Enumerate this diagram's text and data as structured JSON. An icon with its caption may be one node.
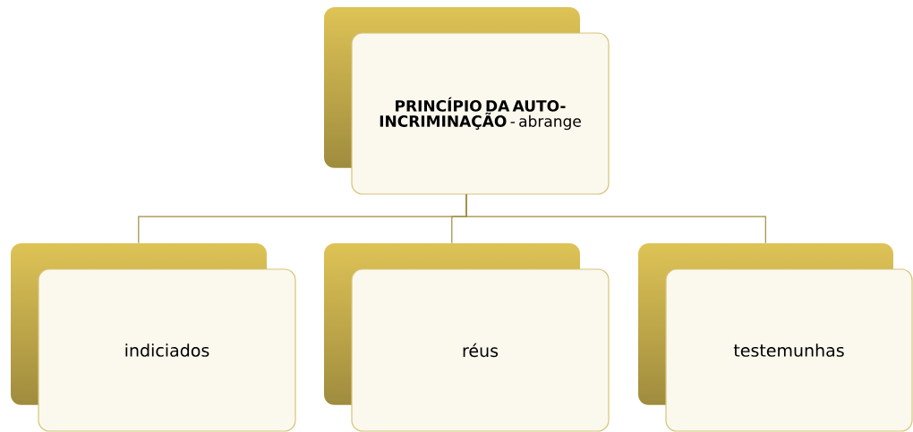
{
  "diagram": {
    "nodes": [
      {
        "text": [
          "**PRINCÍPIO DA AUTO-INCRIMINAÇÃO** - abrange"
        ]
      },
      {
        "text": [
          "indiciados"
        ]
      },
      {
        "text": [
          "réus"
        ]
      },
      {
        "text": [
          "testemunhas"
        ]
      }
    ],
    "edges": [
      {
        "from": 0,
        "to": 1,
        "arrow": "none"
      },
      {
        "from": 0,
        "to": 2,
        "arrow": "none"
      },
      {
        "from": 0,
        "to": 3,
        "arrow": "none"
      }
    ]
  }
}
